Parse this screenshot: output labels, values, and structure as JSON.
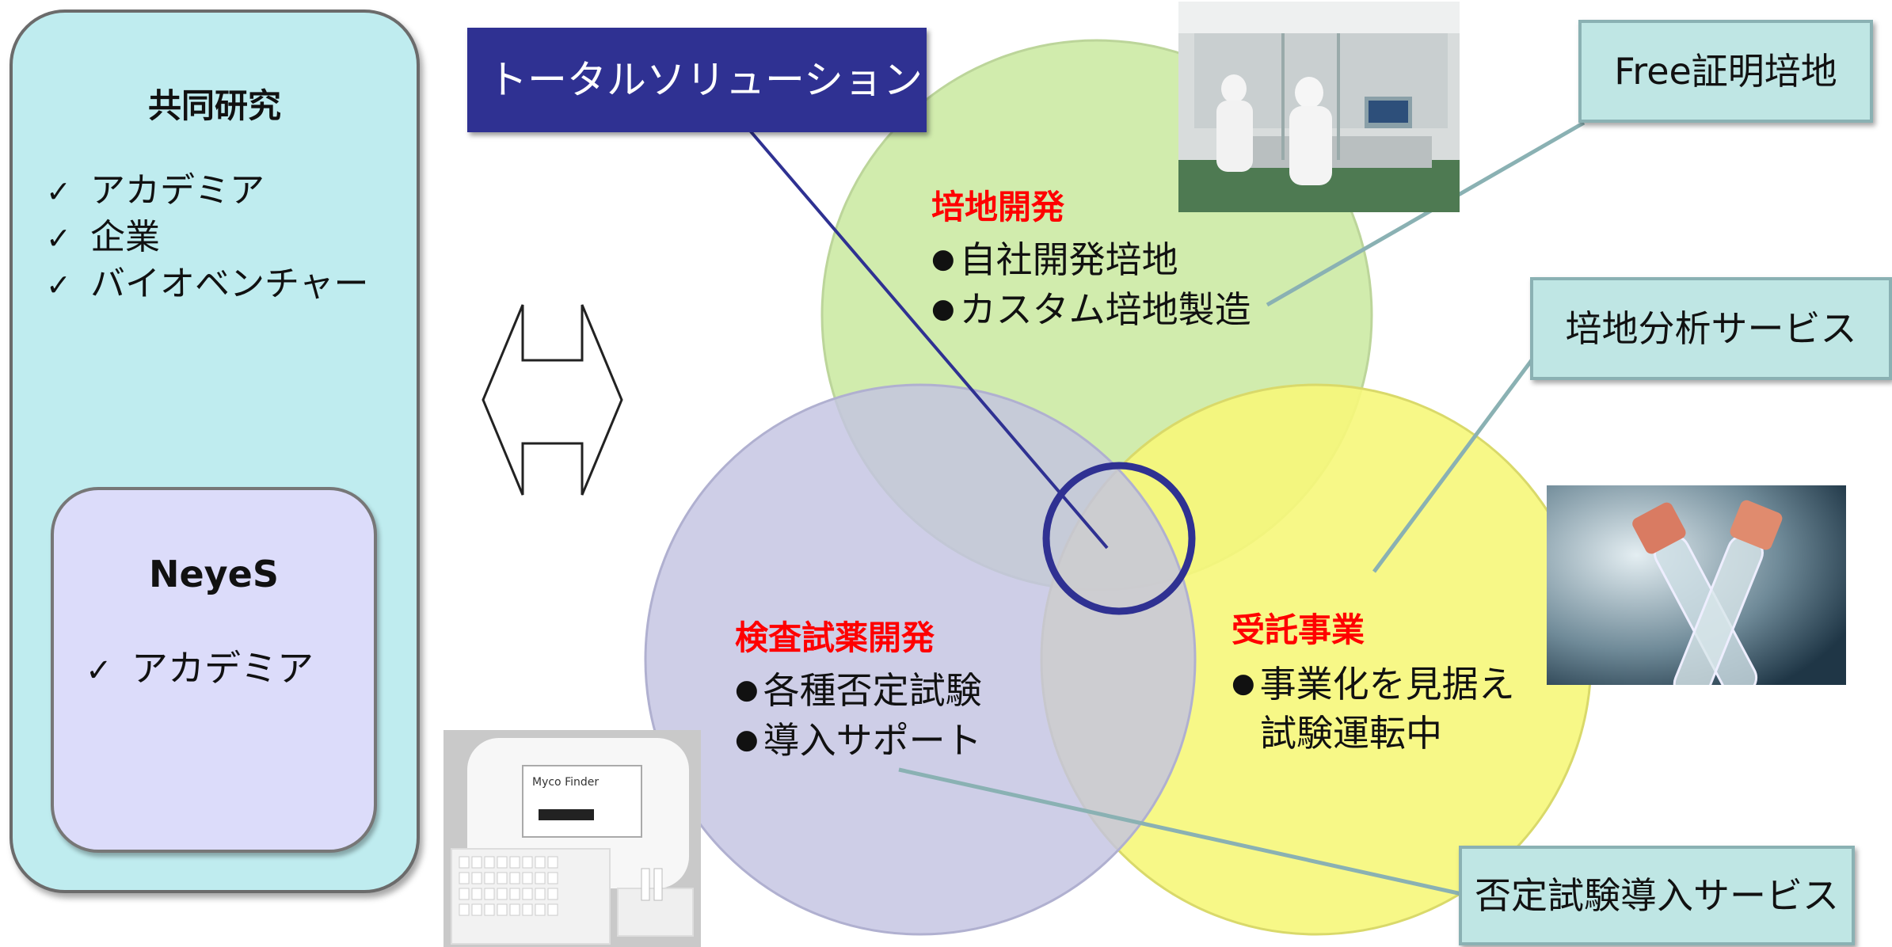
{
  "partners": {
    "title": "共同研究",
    "items": [
      "アカデミア",
      "企業",
      "バイオベンチャー"
    ],
    "check_mark": "✓"
  },
  "neyes": {
    "title": "NeyeS",
    "items": [
      "アカデミア"
    ]
  },
  "total_solution": "トータルソリューション",
  "circles": {
    "medium": {
      "heading": "培地開発",
      "bullets": [
        "自社開発培地",
        "カスタム培地製造"
      ],
      "color": "#cdeaa6"
    },
    "reagent": {
      "heading": "検査試薬開発",
      "bullets": [
        "各種否定試験",
        "導入サポート"
      ],
      "color": "#c8c8e4"
    },
    "contract": {
      "heading": "受託事業",
      "bullets": [
        "事業化を見据え",
        "試験運転中"
      ],
      "color": "#f6f77a"
    }
  },
  "callouts": {
    "free": "Free証明培地",
    "analysis": "培地分析サービス",
    "negative": "否定試験導入サービス"
  },
  "colors": {
    "panel": "#bfecef",
    "neyes_panel": "#dcdcfa",
    "navy": "#2f3192",
    "callout_fill": "#bfe6e4",
    "callout_border": "#8ab1b3",
    "heading_red": "#ff0000"
  },
  "icons": [
    "double-arrow-icon",
    "check-icon",
    "cleanroom-photo",
    "test-tube-photo",
    "reagent-kit-photo"
  ],
  "kit_photo": {
    "brand": "Myco Finder"
  }
}
